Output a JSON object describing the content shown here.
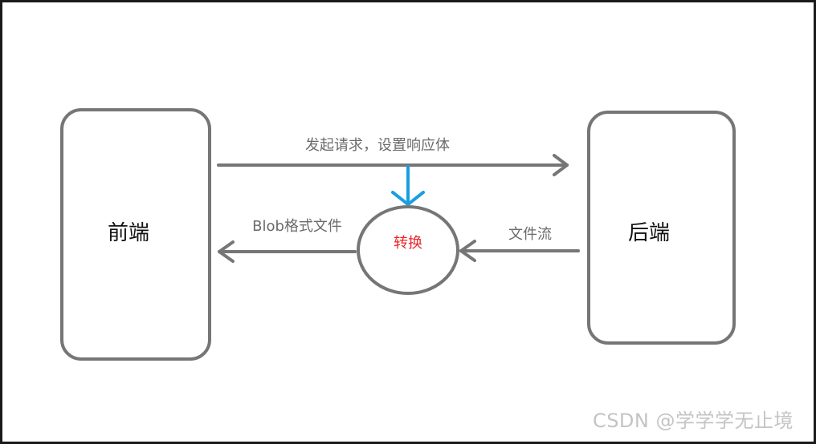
{
  "nodes": {
    "frontend": {
      "label": "前端"
    },
    "backend": {
      "label": "后端"
    },
    "convert": {
      "label": "转换"
    }
  },
  "edges": {
    "request": {
      "label": "发起请求，设置响应体"
    },
    "blob": {
      "label": "Blob格式文件"
    },
    "stream": {
      "label": "文件流"
    }
  },
  "watermark": "CSDN @学学学无止境",
  "colors": {
    "stroke": "#767676",
    "accent_arrow": "#1a9fe0",
    "center_text": "#e8262b",
    "border": "#1a1a1a"
  }
}
